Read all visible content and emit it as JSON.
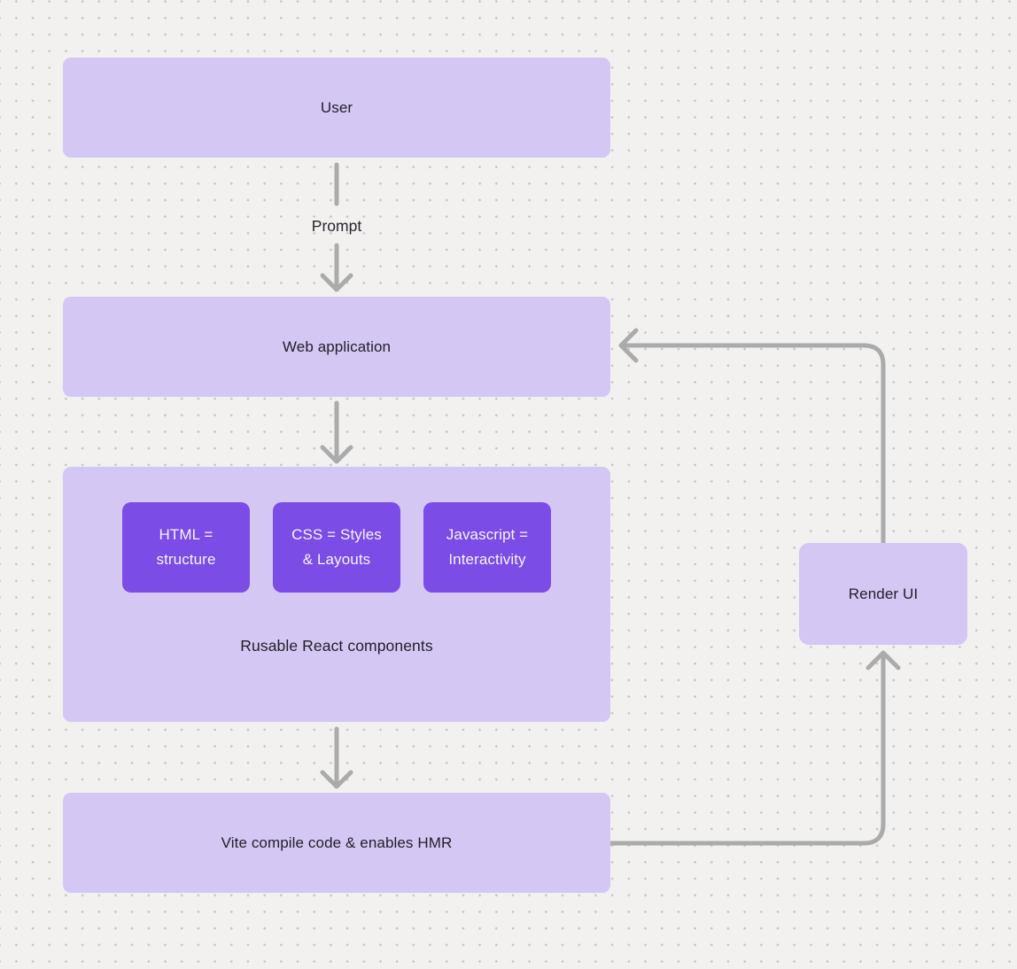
{
  "canvas": {
    "background_color": "#f2f1f0",
    "dot_color": "#c9c7c5",
    "node_fill_color": "#d5c7f3",
    "card_fill_color": "#7b4ce6",
    "connector_color": "#ababab",
    "node_text_color": "#211d29",
    "card_text_color": "#f7f4fe"
  },
  "nodes": {
    "user": {
      "label": "User"
    },
    "web_application": {
      "label": "Web application"
    },
    "components_group": {
      "label": "Rusable React components"
    },
    "vite": {
      "label": "Vite compile code & enables HMR"
    },
    "render_ui": {
      "label": "Render UI"
    }
  },
  "cards": [
    {
      "line1": "HTML =",
      "line2": "structure"
    },
    {
      "line1": "CSS = Styles",
      "line2": "& Layouts"
    },
    {
      "line1": "Javascript =",
      "line2": "Interactivity"
    }
  ],
  "edges": {
    "prompt_label": "Prompt"
  }
}
